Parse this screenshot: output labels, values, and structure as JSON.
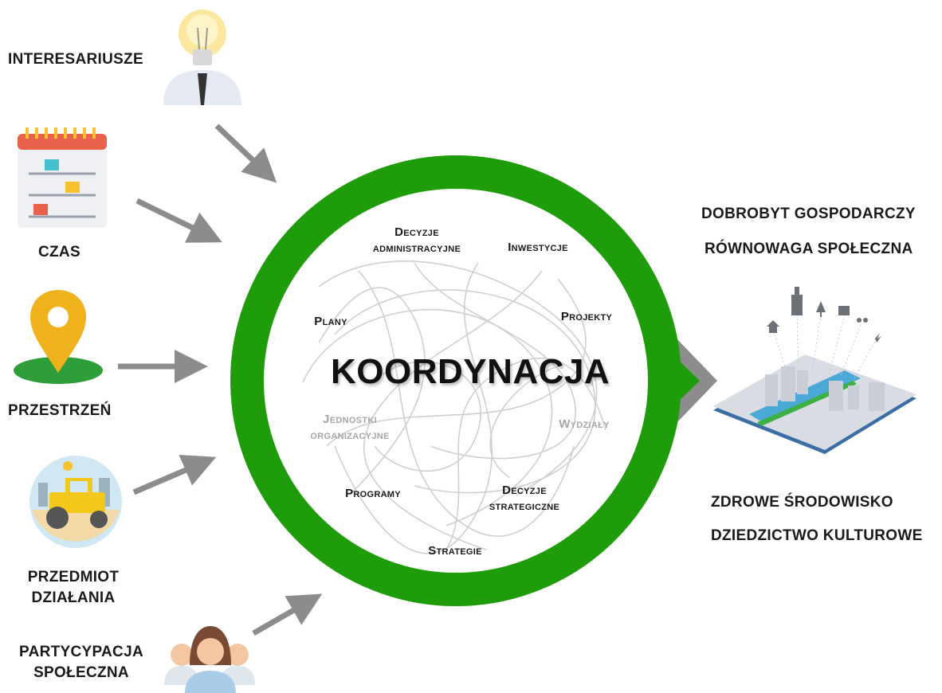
{
  "inputs": {
    "stakeholders": "INTERESARIUSZE",
    "time": "CZAS",
    "space": "PRZESTRZEŃ",
    "subject_line1": "PRZEDMIOT",
    "subject_line2": "DZIAŁANIA",
    "participation_line1": "PARTYCYPACJA",
    "participation_line2": "SPOŁECZNA"
  },
  "center": {
    "title": "KOORDYNACJA",
    "items": {
      "admin_line1": "Decyzje",
      "admin_line2": "administracyjne",
      "investments": "Inwestycje",
      "plans": "Plany",
      "projects": "Projekty",
      "units_line1": "Jednostki",
      "units_line2": "organizacyjne",
      "departments": "Wydziały",
      "programs": "Programy",
      "strategic_line1": "Decyzje",
      "strategic_line2": "strategiczne",
      "strategies": "Strategie"
    }
  },
  "outcomes": {
    "economic": "DOBROBYT GOSPODARCZY",
    "social": "RÓWNOWAGA SPOŁECZNA",
    "environment": "ZDROWE ŚRODOWISKO",
    "heritage": "DZIEDZICTWO KULTUROWE"
  },
  "colors": {
    "ring": "#1f9c0a",
    "arrow": "#8c8c8c",
    "pin": "#f0b21c",
    "grass": "#2e9e3a"
  }
}
